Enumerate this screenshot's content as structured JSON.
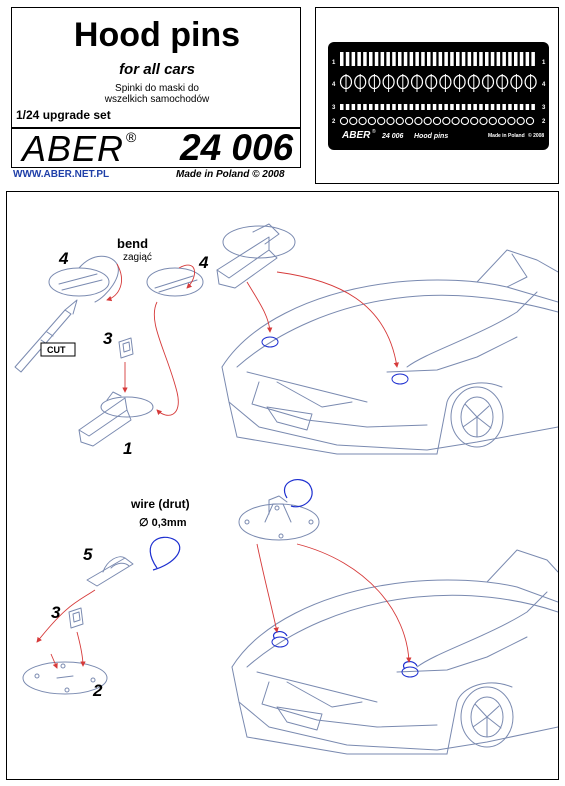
{
  "header": {
    "title": "Hood pins",
    "subtitle": "for all cars",
    "subtitle_pl_line1": "Spinki do maski do",
    "subtitle_pl_line2": "wszelkich samochodów",
    "scale": "1/24 upgrade set",
    "brand": "ABER",
    "registered": "®",
    "code": "24 006",
    "url": "WWW.ABER.NET.PL",
    "made_in": "Made in Poland © 2008"
  },
  "fret": {
    "row_labels": [
      "1",
      "4",
      "3",
      "2"
    ],
    "row_labels_right": [
      "1",
      "4",
      "3",
      "2"
    ],
    "brand": "ABER",
    "registered": "®",
    "code": "24 006",
    "name": "Hood pins",
    "made": "Made in Poland",
    "copyright": "© 2008"
  },
  "steps": {
    "bend": "bend",
    "bend_pl": "zagiąć",
    "cut": "CUT",
    "wire": "wire (drut)",
    "wire_size": "∅ 0,3mm",
    "numbers": [
      "4",
      "4",
      "3",
      "1",
      "5",
      "3",
      "2"
    ]
  },
  "colors": {
    "line": "#7a8ab0",
    "arrow": "#d63a3a",
    "wire": "#1d2fd0",
    "url": "#1f3fa8"
  }
}
